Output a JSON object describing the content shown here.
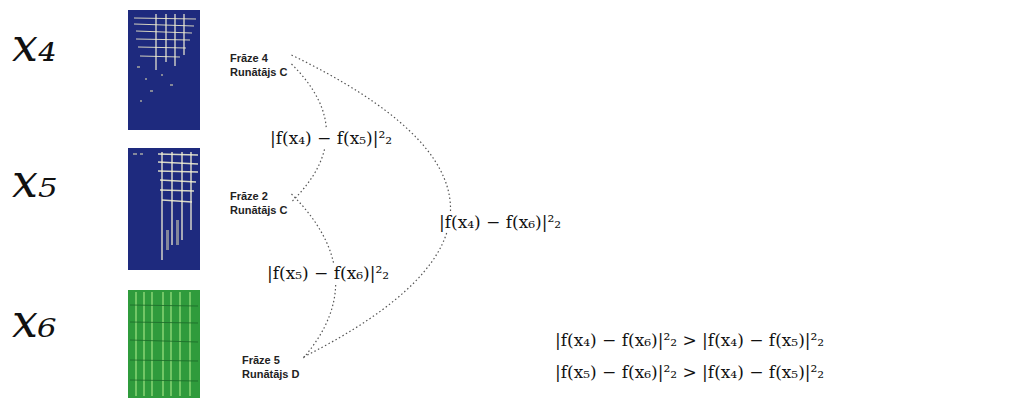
{
  "diagram": {
    "nodes": [
      {
        "text": [
          "Frāze 4",
          "Runātājs C"
        ]
      },
      {
        "text": [
          "Frāze 2",
          "Runātājs C"
        ]
      },
      {
        "text": [
          "Frāze 5",
          "Runātājs D"
        ]
      }
    ],
    "edges": [
      {
        "from": 0,
        "to": 1,
        "arrow": "none",
        "label": "|f(x₄) − f(x₅)|²₂"
      },
      {
        "from": 1,
        "to": 2,
        "arrow": "none",
        "label": "|f(x₅) − f(x₆)|²₂"
      },
      {
        "from": 0,
        "to": 2,
        "arrow": "none",
        "label": "|f(x₄) − f(x₆)|²₂"
      }
    ],
    "labels": [
      "x₄",
      "x₅",
      "x₆",
      "|f(x₄) − f(x₆)|²₂ > |f(x₄) − f(x₅)|²₂",
      "|f(x₅) − f(x₆)|²₂ > |f(x₄) − f(x₅)|²₂"
    ]
  }
}
